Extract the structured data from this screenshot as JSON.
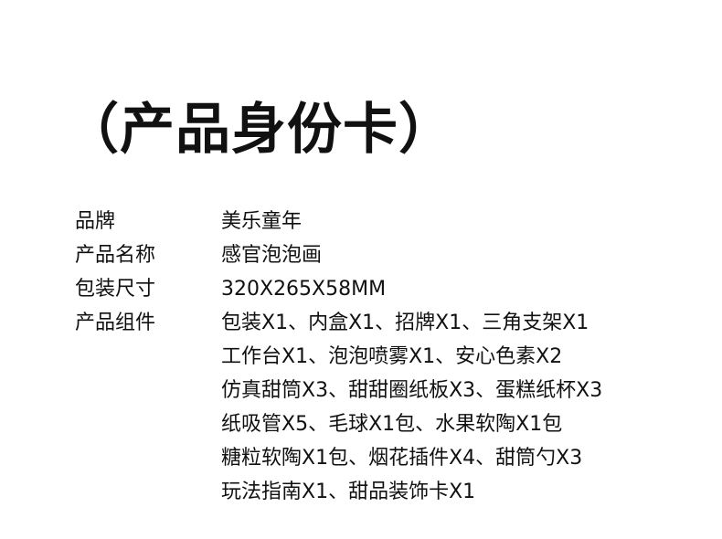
{
  "title": "（产品身份卡）",
  "specs": {
    "brand": {
      "label": "品牌",
      "value": "美乐童年"
    },
    "product_name": {
      "label": "产品名称",
      "value": "感官泡泡画"
    },
    "package_size": {
      "label": "包装尺寸",
      "value": "320X265X58MM"
    },
    "components": {
      "label": "产品组件",
      "lines": [
        "包装X1、内盒X1、招牌X1、三角支架X1",
        "工作台X1、泡泡喷雾X1、安心色素X2",
        "仿真甜筒X3、甜甜圈纸板X3、蛋糕纸杯X3",
        "纸吸管X5、毛球X1包、水果软陶X1包",
        "糖粒软陶X1包、烟花插件X4、甜筒勺X3",
        "玩法指南X1、甜品装饰卡X1"
      ]
    }
  }
}
